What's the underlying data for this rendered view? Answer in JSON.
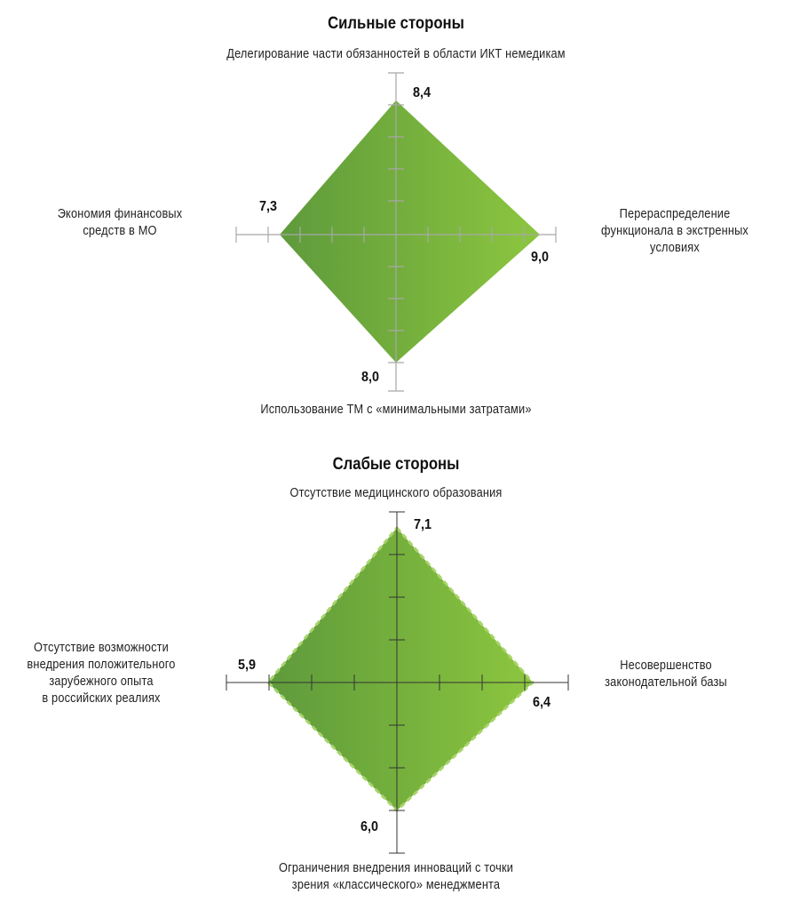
{
  "chart_data": [
    {
      "type": "radar",
      "title": "Сильные стороны",
      "axes": [
        "Делегирование части обязанностей в области ИКТ немедикам",
        "Перераспределение функционала в экстренных условиях",
        "Использование ТМ с «минимальными затратами»",
        "Экономия финансовых средств в МО"
      ],
      "values": [
        8.4,
        9.0,
        8.0,
        7.3
      ],
      "value_labels": [
        "8,4",
        "9,0",
        "8,0",
        "7,3"
      ],
      "range": [
        0,
        10
      ],
      "tick_step": 2,
      "fill_gradient": [
        "#5e9a3b",
        "#8cc63f"
      ],
      "axis_color": "#aaaaaa"
    },
    {
      "type": "radar",
      "title": "Слабые стороны",
      "axes": [
        "Отсутствие медицинского образования",
        "Несовершенство законодательной базы",
        "Ограничения внедрения инноваций с точки зрения «классического» менеджмента",
        "Отсутствие возможности внедрения положительного зарубежного опыта в российских реалиях"
      ],
      "values": [
        7.1,
        6.4,
        6.0,
        5.9
      ],
      "value_labels": [
        "7,1",
        "6,4",
        "6,0",
        "5,9"
      ],
      "range": [
        0,
        8
      ],
      "tick_step": 2,
      "fill_gradient": [
        "#5e9a3b",
        "#8cc63f"
      ],
      "axis_color": "#333333",
      "border": "dashed"
    }
  ],
  "strong": {
    "title": "Сильные стороны",
    "top_label": "Делегирование части обязанностей в области ИКТ немедикам",
    "right_label_1": "Перераспределение",
    "right_label_2": "функционала в экстренных",
    "right_label_3": "условиях",
    "bottom_label": "Использование ТМ с «минимальными затратами»",
    "left_label_1": "Экономия финансовых",
    "left_label_2": "средств в МО",
    "top_value": "8,4",
    "right_value": "9,0",
    "bottom_value": "8,0",
    "left_value": "7,3"
  },
  "weak": {
    "title": "Слабые стороны",
    "top_label": "Отсутствие медицинского образования",
    "right_label_1": "Несовершенство",
    "right_label_2": "законодательной базы",
    "bottom_label_1": "Ограничения внедрения инноваций с точки",
    "bottom_label_2": "зрения «классического» менеджмента",
    "left_label_1": "Отсутствие возможности",
    "left_label_2": "внедрения положительного",
    "left_label_3": "зарубежного опыта",
    "left_label_4": "в российских реалиях",
    "top_value": "7,1",
    "right_value": "6,4",
    "bottom_value": "6,0",
    "left_value": "5,9"
  }
}
